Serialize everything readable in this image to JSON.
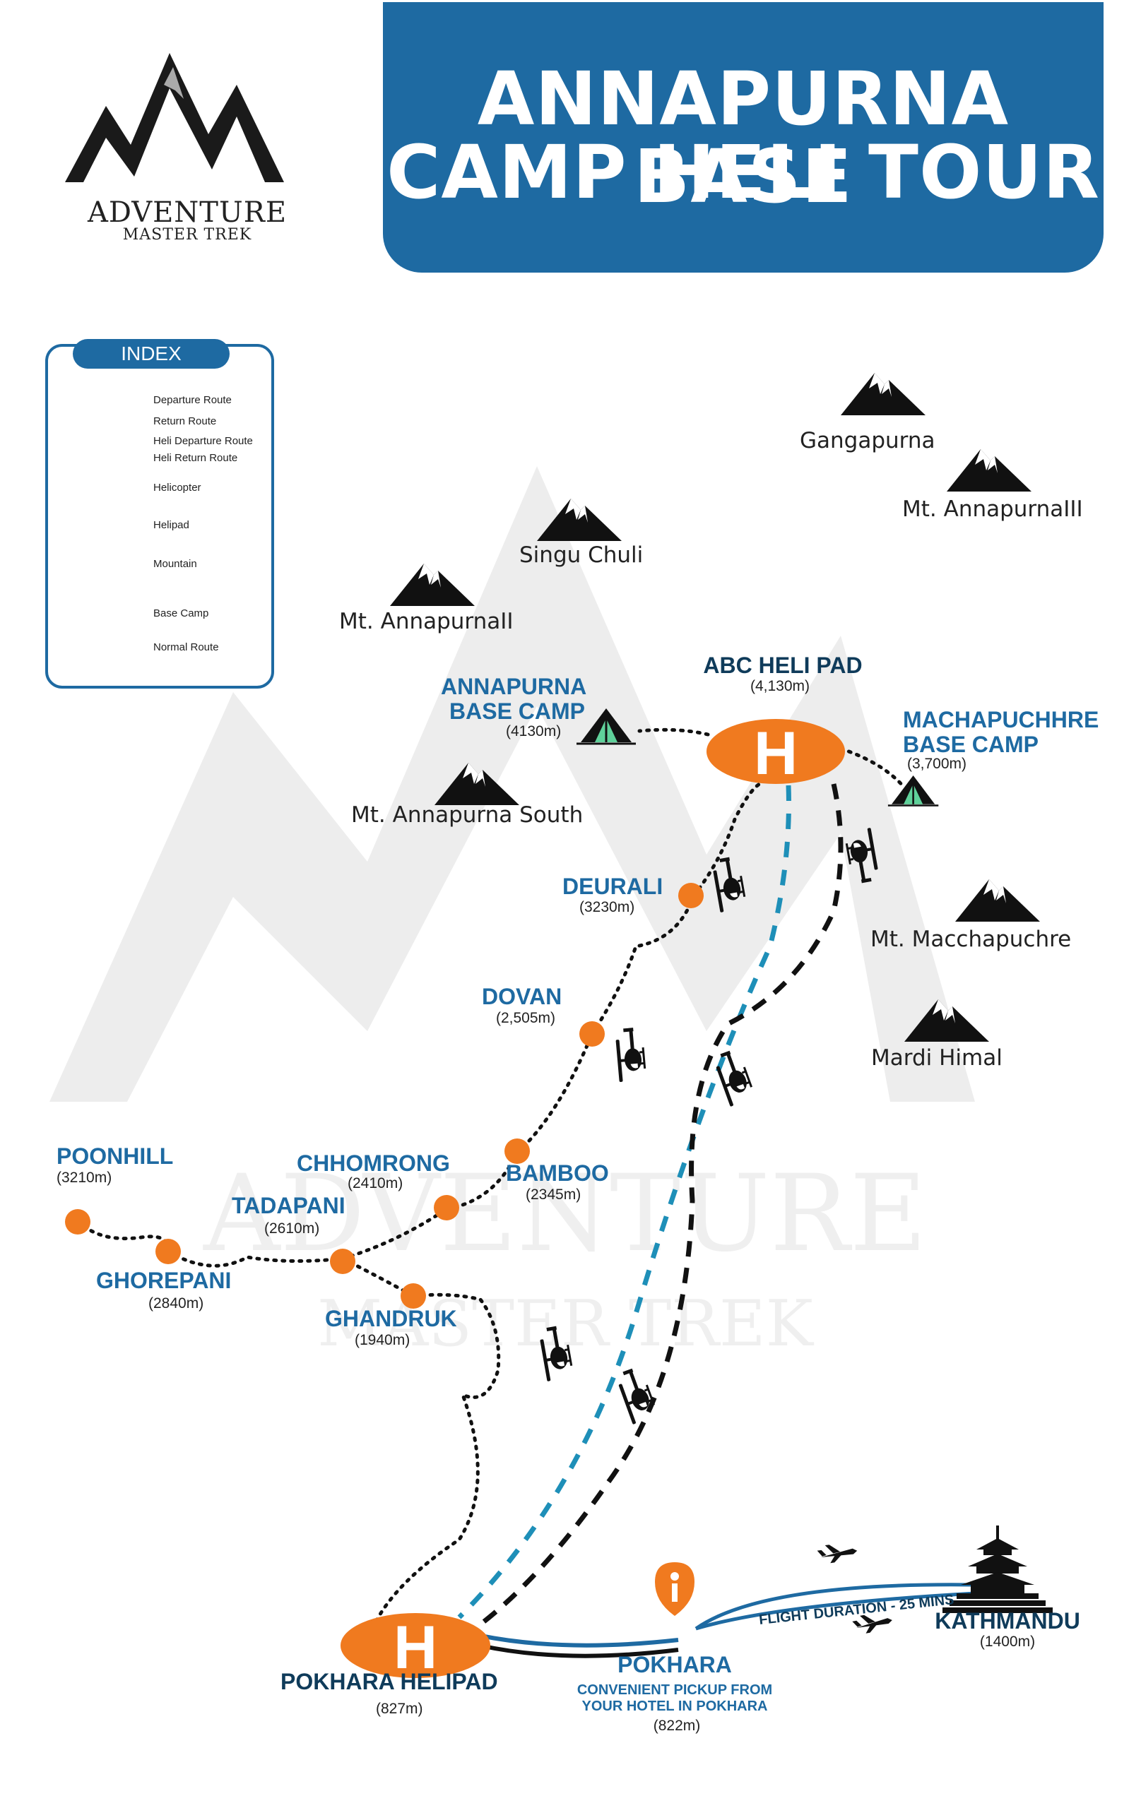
{
  "title": {
    "line1": "ANNAPURNA BASE",
    "line2": "CAMP HELI TOUR"
  },
  "logo": {
    "name": "ADVENTURE",
    "sub": "MASTER TREK"
  },
  "watermark": {
    "name": "ADVENTURE",
    "sub": "MASTER TREK"
  },
  "index": {
    "title": "INDEX",
    "items": [
      {
        "label": "Departure Route"
      },
      {
        "label": "Return Route"
      },
      {
        "label": "Heli Departure Route"
      },
      {
        "label": "Heli Return Route"
      },
      {
        "label": "Helicopter"
      },
      {
        "label": "Helipad"
      },
      {
        "label": "Mountain"
      },
      {
        "label": "Base Camp"
      },
      {
        "label": "Normal Route"
      }
    ]
  },
  "mountains": {
    "gangapurna": "Gangapurna",
    "annapurna3": "Mt. AnnapurnaIII",
    "singu": "Singu Chuli",
    "annapurna2": "Mt. AnnapurnaII",
    "annapurna_south": "Mt. Annapurna South",
    "macchapuchre": "Mt. Macchapuchre",
    "mardi": "Mardi Himal"
  },
  "places": {
    "abc_helipad": {
      "name": "ABC HELI PAD",
      "alt": "(4,130m)"
    },
    "abc": {
      "line1": "ANNAPURNA",
      "line2": "BASE CAMP",
      "alt": "(4130m)"
    },
    "mbc": {
      "line1": "MACHAPUCHHRE",
      "line2": "BASE CAMP",
      "alt": "(3,700m)"
    },
    "deurali": {
      "name": "DEURALI",
      "alt": "(3230m)"
    },
    "dovan": {
      "name": "DOVAN",
      "alt": "(2,505m)"
    },
    "bamboo": {
      "name": "BAMBOO",
      "alt": "(2345m)"
    },
    "chhomrong": {
      "name": "CHHOMRONG",
      "alt": "(2410m)"
    },
    "tadapani": {
      "name": "TADAPANI",
      "alt": "(2610m)"
    },
    "poonhill": {
      "name": "POONHILL",
      "alt": "(3210m)"
    },
    "ghorepani": {
      "name": "GHOREPANI",
      "alt": "(2840m)"
    },
    "ghandruk": {
      "name": "GHANDRUK",
      "alt": "(1940m)"
    },
    "pokhara_helipad": {
      "name": "POKHARA HELIPAD",
      "alt": "(827m)"
    },
    "pokhara": {
      "name": "POKHARA",
      "line1": "CONVENIENT PICKUP FROM",
      "line2": "YOUR HOTEL IN POKHARA",
      "alt": "(822m)"
    },
    "kathmandu": {
      "name": "KATHMANDU",
      "alt": "(1400m)"
    }
  },
  "flight": {
    "label": "FLIGHT DURATION - 25 MINS"
  },
  "helipad_letter": "H",
  "colors": {
    "blue": "#1e6aa2",
    "dark_blue": "#0f3b5a",
    "orange": "#f07a1f",
    "black": "#111111",
    "tent_green": "#5fd19a"
  }
}
